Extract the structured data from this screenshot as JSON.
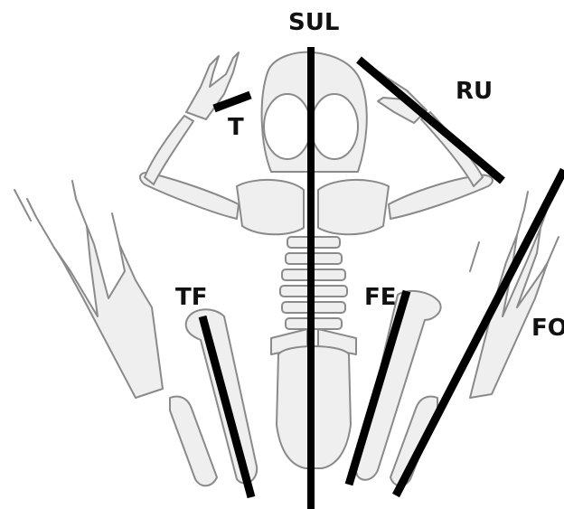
{
  "labels": {
    "sul": "SUL",
    "ru": "RU",
    "t": "T",
    "tf": "TF",
    "fe": "FE",
    "fo": "FO"
  },
  "colors": {
    "bone_fill": "#efefef",
    "bone_stroke": "#8a8a8a",
    "measure_line": "#000000",
    "label_text": "#111111"
  }
}
